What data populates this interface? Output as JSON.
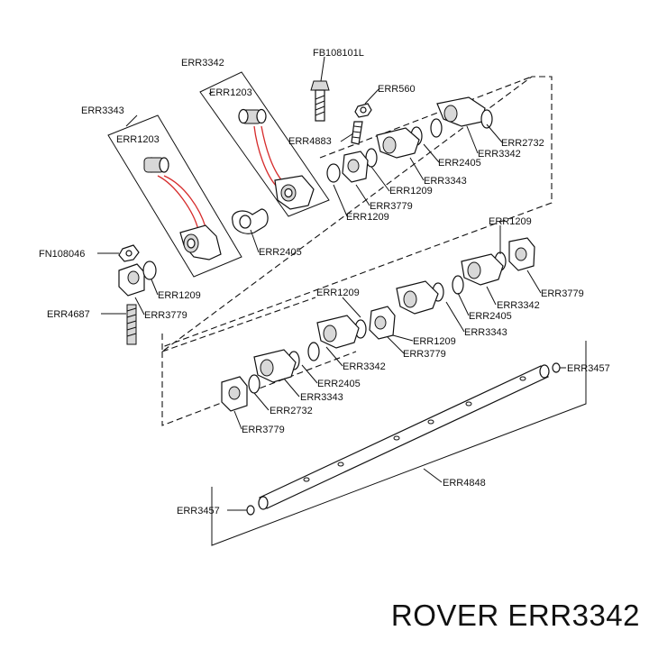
{
  "caption": "ROVER ERR3342",
  "labels": {
    "fb108101l": "FB108101L",
    "err3342_top": "ERR3342",
    "err1203_a": "ERR1203",
    "err3343_left": "ERR3343",
    "err1203_b": "ERR1203",
    "err560": "ERR560",
    "err4883": "ERR4883",
    "err2732_top": "ERR2732",
    "err3342_r1": "ERR3342",
    "err2405_r1": "ERR2405",
    "err3343_r1": "ERR3343",
    "err1209_r1": "ERR1209",
    "err3779_r1": "ERR3779",
    "err1209_r2": "ERR1209",
    "err2405_mid": "ERR2405",
    "fn108046": "FN108046",
    "err1209_left": "ERR1209",
    "err4687": "ERR4687",
    "err3779_left": "ERR3779",
    "err1209_r3": "ERR1209",
    "err3779_r2": "ERR3779",
    "err3342_r2": "ERR3342",
    "err2405_r2": "ERR2405",
    "err1209_m": "ERR1209",
    "err3343_r2": "ERR3343",
    "err1209_r4": "ERR1209",
    "err3779_m": "ERR3779",
    "err3342_m": "ERR3342",
    "err2405_m2": "ERR2405",
    "err3343_m": "ERR3343",
    "err2732_low": "ERR2732",
    "err3779_low": "ERR3779",
    "err3457_r": "ERR3457",
    "err4848": "ERR4848",
    "err3457_l": "ERR3457"
  }
}
